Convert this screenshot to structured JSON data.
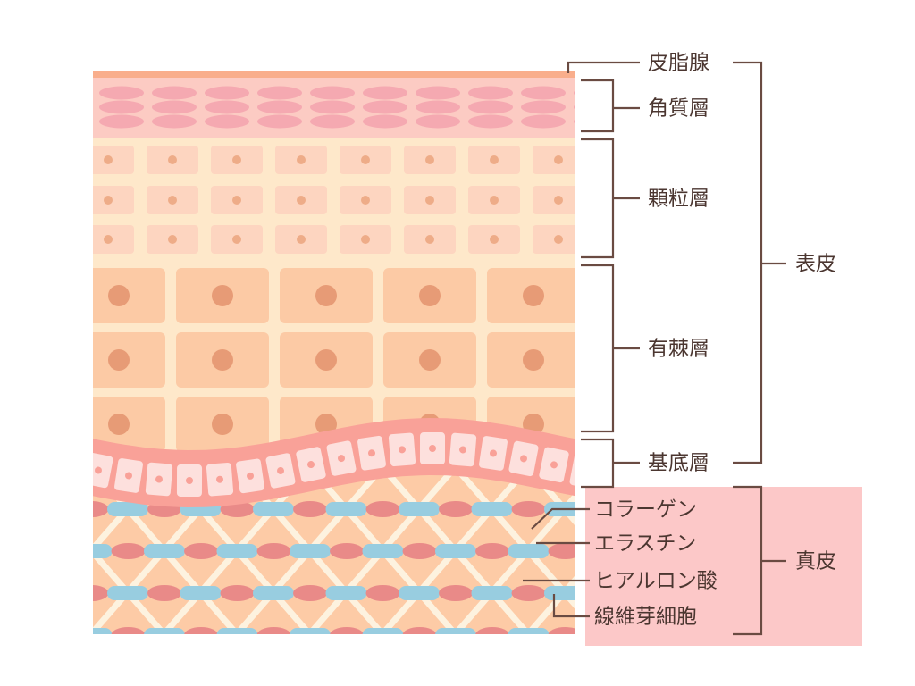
{
  "epidermis": {
    "group_label": "表皮",
    "layers": {
      "sebaceous": "皮脂腺",
      "corneum": "角質層",
      "granular": "顆粒層",
      "spinous": "有棘層",
      "basal": "基底層"
    }
  },
  "dermis": {
    "group_label": "真皮",
    "components": {
      "collagen": "コラーゲン",
      "elastin": "エラスチン",
      "hyaluronic": "ヒアルロン酸",
      "fibroblast": "線維芽細胞"
    }
  },
  "colors": {
    "sebum": "#f9ae8c",
    "corneum_bg": "#fccbc3",
    "corneum_cell": "#f5a9b1",
    "granular_bg": "#fee8ca",
    "granular_cell": "#fdd5c0",
    "granular_nucleus": "#eeac88",
    "spinous_cell": "#fccaa5",
    "spinous_nucleus": "#e79b76",
    "basal_band": "#f9a198",
    "basal_cell": "#fde0dd",
    "dermis_bg": "#fdcba6",
    "lattice": "#fdf2df",
    "elastin": "#98cde0",
    "fibroblast": "#e98a88",
    "line": "#6a4b42",
    "dermis_box": "#fcc8c8"
  }
}
